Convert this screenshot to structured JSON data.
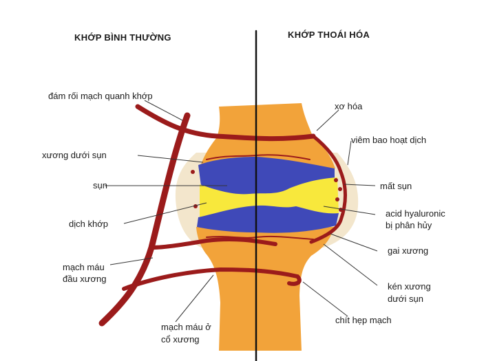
{
  "headers": {
    "left": "KHỚP BÌNH THƯỜNG",
    "right": "KHỚP THOÁI HÓA"
  },
  "labels": {
    "dam_roi": "đám rối mạch quanh khớp",
    "xuong_duoi_sun": "xương dưới sụn",
    "sun": "sụn",
    "dich_khop": "dịch khớp",
    "mach_mau_dau_1": "mạch máu",
    "mach_mau_dau_2": "đầu xương",
    "mach_mau_co_1": "mạch máu ở",
    "mach_mau_co_2": "cổ xương",
    "xo_hoa": "xơ hóa",
    "viem_bao": "viêm bao hoạt dịch",
    "mat_sun": "mất sụn",
    "acid_1": "acid hyaluronic",
    "acid_2": "bị phân hủy",
    "gai_xuong": "gai xương",
    "ken_xuong_1": "kén xương",
    "ken_xuong_2": "dưới sụn",
    "chit_hep": "chít hẹp mạch"
  },
  "colors": {
    "bone": "#F2A33A",
    "bone_light": "#F7C27A",
    "cartilage": "#3F49B8",
    "synovial_fluid": "#F8E83C",
    "vessel": "#9B1B1B",
    "capsule": "#F3E6CC",
    "divider": "#111111"
  }
}
